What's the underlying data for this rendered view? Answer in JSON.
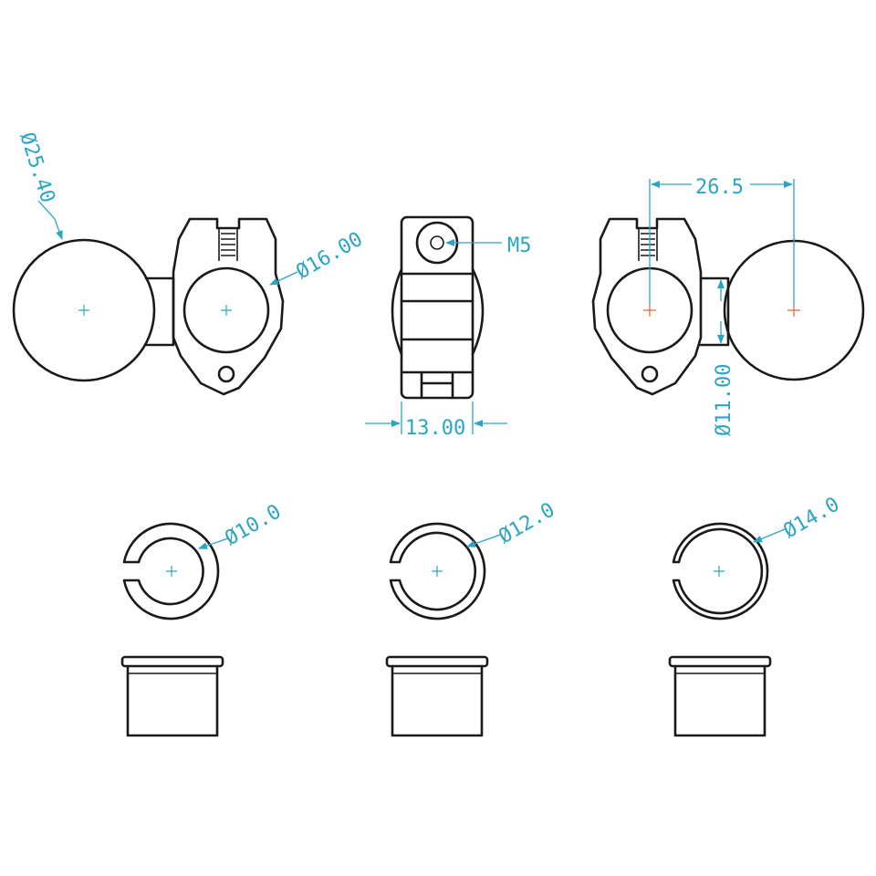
{
  "colors": {
    "outline": "#1a1a1a",
    "dimension": "#2aa6c4",
    "center_alt": "#d9683c"
  },
  "dimensions": {
    "ball_diameter": "Ø25.40",
    "clamp_bore": "Ø16.00",
    "screw": "M5",
    "clamp_width": "13.00",
    "center_distance": "26.5",
    "neck_diameter": "Ø11.00",
    "insert_small": "Ø10.0",
    "insert_medium": "Ø12.0",
    "insert_large": "Ø14.0"
  }
}
